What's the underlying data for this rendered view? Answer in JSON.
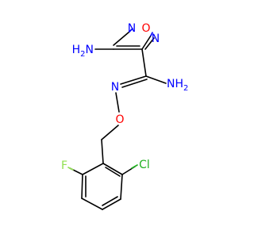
{
  "molecule": {
    "atoms": {
      "ring_n1": "N",
      "ring_o": "O",
      "ring_n2": "N",
      "amino_1": "H2N",
      "amidine_nh2": "NH2",
      "oxime_n": "N",
      "ether_o": "O",
      "fluoro": "F",
      "chloro": "Cl"
    },
    "colors": {
      "bond": "#000000",
      "nitrogen": "#0000ff",
      "oxygen": "#ff0000",
      "fluorine": "#90e050",
      "chlorine": "#1fb01f"
    }
  }
}
